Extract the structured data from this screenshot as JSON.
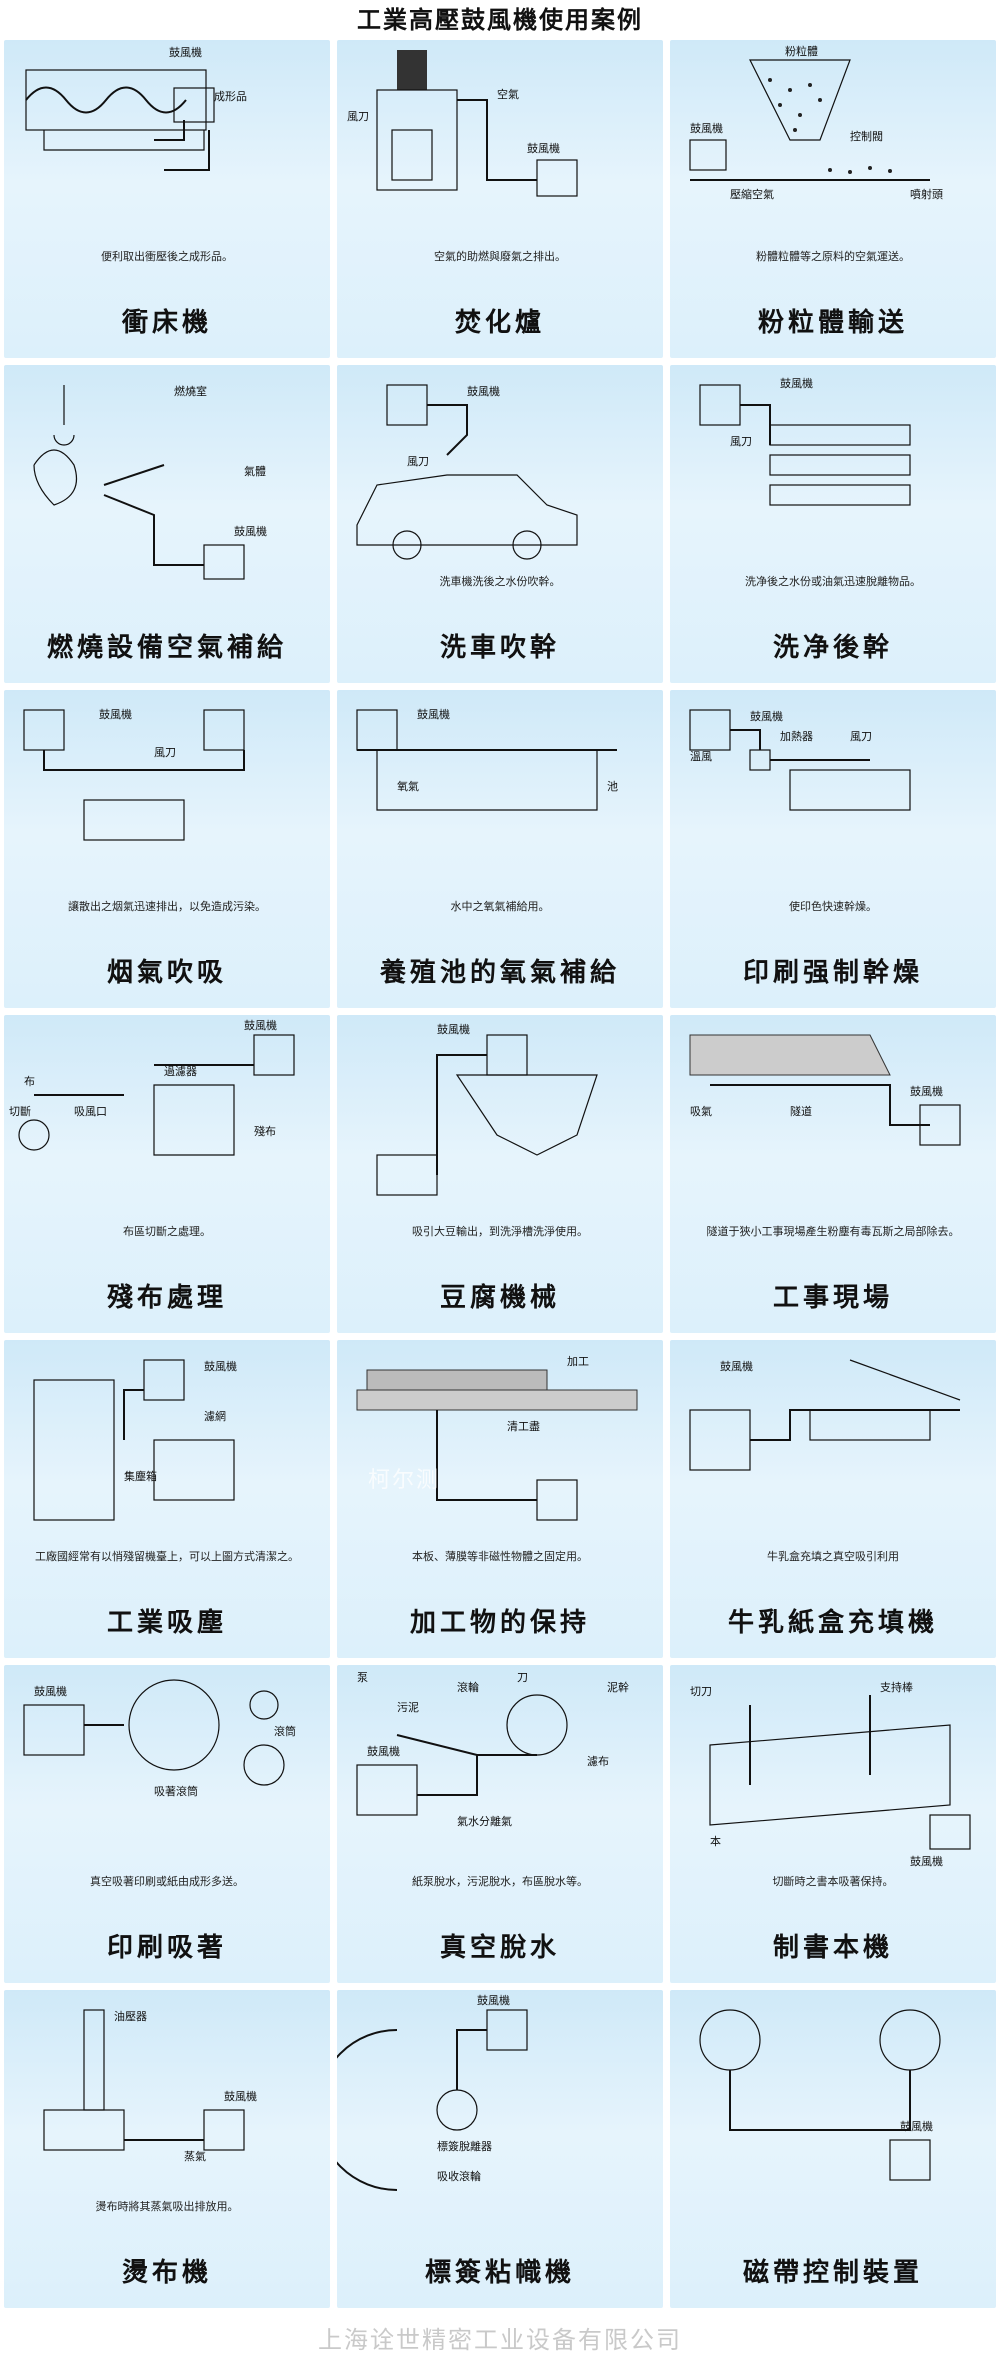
{
  "title": "工業高壓鼓風機使用案例",
  "footer": "上海诠世精密工业设备有限公司",
  "watermark": "柯尔测",
  "cards": [
    {
      "name": "衝床機",
      "caption": "便利取出衝壓後之成形品。",
      "labels": {
        "blower": "鼓風機",
        "product": "成形品"
      }
    },
    {
      "name": "焚化爐",
      "caption": "空氣的助燃與廢氣之排出。",
      "labels": {
        "air": "空氣",
        "knife": "風刀",
        "blower": "鼓風機"
      }
    },
    {
      "name": "粉粒體輸送",
      "caption": "粉體粒體等之原料的空氣運送。",
      "labels": {
        "powder": "粉粒體",
        "blower": "鼓風機",
        "valve": "控制閥",
        "air": "壓縮空氣",
        "nozzle": "噴射頭"
      }
    },
    {
      "name": "燃燒設備空氣補給",
      "caption": "",
      "labels": {
        "chamber": "燃燒室",
        "gas": "氣體",
        "blower": "鼓風機"
      }
    },
    {
      "name": "洗車吹幹",
      "caption": "洗車機洗後之水份吹幹。",
      "labels": {
        "blower": "鼓風機",
        "knife": "風刀"
      }
    },
    {
      "name": "洗净後幹",
      "caption": "洗净後之水份或油氣迅速脫離物品。",
      "labels": {
        "blower": "鼓風機",
        "knife": "風刀"
      }
    },
    {
      "name": "烟氣吹吸",
      "caption": "讓散出之烟氣迅速排出，以免造成污染。",
      "labels": {
        "blower": "鼓風機",
        "knife": "風刀"
      }
    },
    {
      "name": "養殖池的氧氣補給",
      "caption": "水中之氧氣補給用。",
      "labels": {
        "blower": "鼓風機",
        "oxygen": "氧氣",
        "pond": "池"
      }
    },
    {
      "name": "印刷强制幹燥",
      "caption": "使印色快速幹燥。",
      "labels": {
        "blower": "鼓風機",
        "heater": "加熱器",
        "hot": "溫風",
        "knife": "風刀"
      }
    },
    {
      "name": "殘布處理",
      "caption": "布區切斷之處理。",
      "labels": {
        "blower": "鼓風機",
        "cloth": "布",
        "filter": "過濾器",
        "cut": "切斷",
        "inlet": "吸風口",
        "waste": "殘布"
      }
    },
    {
      "name": "豆腐機械",
      "caption": "吸引大豆輸出，到洗淨槽洗淨使用。",
      "labels": {
        "blower": "鼓風機"
      }
    },
    {
      "name": "工事現場",
      "caption": "隧道于狹小工事現場產生粉塵有毒瓦斯之局部除去。",
      "labels": {
        "blower": "鼓風機",
        "suck": "吸氣",
        "tunnel": "隧道"
      }
    },
    {
      "name": "工業吸塵",
      "caption": "工廠國經常有以悄殘留機臺上，可以上圖方式清潔之。",
      "labels": {
        "blower": "鼓風機",
        "net": "濾網",
        "box": "集塵箱"
      }
    },
    {
      "name": "加工物的保持",
      "caption": "本板、薄膜等非磁性物體之固定用。",
      "labels": {
        "work": "加工",
        "clean": "清工盡"
      }
    },
    {
      "name": "牛乳紙盒充填機",
      "caption": "牛乳盒充填之真空吸引利用",
      "labels": {
        "blower": "鼓風機"
      }
    },
    {
      "name": "印刷吸著",
      "caption": "真空吸著印刷或紙由成形多送。",
      "labels": {
        "blower": "鼓風機",
        "roller": "滾筒",
        "suction": "吸著滾筒"
      }
    },
    {
      "name": "真空脫水",
      "caption": "紙泵脫水，污泥脫水，布區脫水等。",
      "labels": {
        "pump": "泵",
        "sludge": "污泥",
        "wheel": "滾輪",
        "blade": "刀",
        "dry": "泥幹",
        "cloth": "濾布",
        "blower": "鼓風機",
        "sep": "氣水分離氣"
      }
    },
    {
      "name": "制書本機",
      "caption": "切斷時之書本吸著保持。",
      "labels": {
        "knife": "切刀",
        "bar": "支持棒",
        "book": "本",
        "blower": "鼓風機"
      }
    },
    {
      "name": "燙布機",
      "caption": "燙布時將其蒸氣吸出排放用。",
      "labels": {
        "oil": "油壓器",
        "blower": "鼓風機",
        "steam": "蒸氣"
      }
    },
    {
      "name": "標簽粘幟機",
      "caption": "",
      "labels": {
        "blower": "鼓風機",
        "sep": "標簽脫離器",
        "roll": "吸收滾輪"
      }
    },
    {
      "name": "磁帶控制裝置",
      "caption": "",
      "labels": {
        "blower": "鼓風機"
      }
    }
  ]
}
